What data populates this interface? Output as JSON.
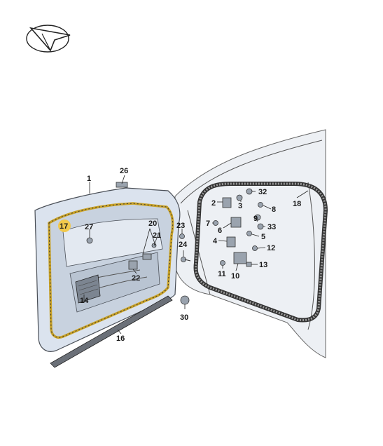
{
  "callouts": {
    "c1": "1",
    "c2": "2",
    "c3": "3",
    "c4": "4",
    "c5": "5",
    "c6": "6",
    "c7": "7",
    "c8": "8",
    "c9": "9",
    "c10": "10",
    "c11": "11",
    "c12": "12",
    "c13": "13",
    "c14": "14",
    "c16": "16",
    "c17": "17",
    "c18": "18",
    "c20": "20",
    "c21": "21",
    "c22": "22",
    "c23": "23",
    "c24": "24",
    "c26": "26",
    "c27": "27",
    "c30": "30",
    "c32": "32",
    "c33": "33"
  },
  "colors": {
    "highlight": "#f2c94c",
    "seal": "#c9a227",
    "door": "#dbe3ee",
    "body": "#e9edf2"
  },
  "icons": {
    "logo": "vehicle-orientation-arrow-icon"
  }
}
